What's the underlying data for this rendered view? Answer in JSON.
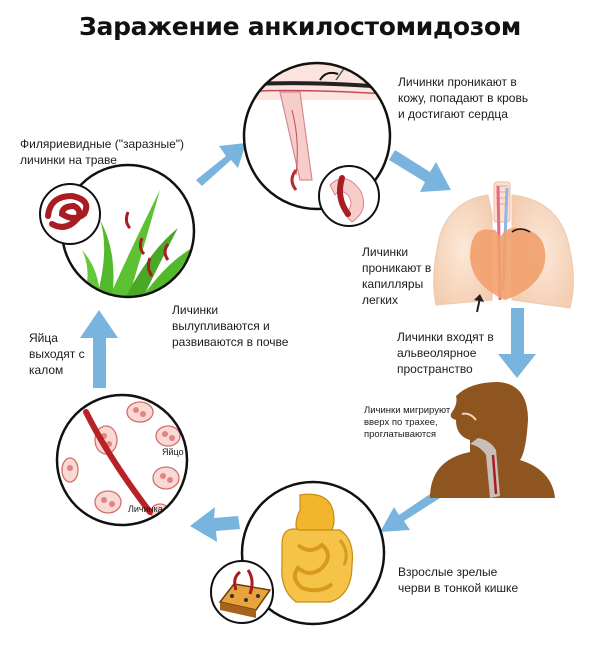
{
  "title": "Заражение анкилостомидозом",
  "stages": {
    "skin": [
      "Личинки проникают в",
      "кожу, попадают в кровь",
      "и достигают сердца"
    ],
    "lungs": [
      "Личинки",
      "проникают в",
      "капилляры",
      "легких"
    ],
    "alveoli": [
      "Личинки входят в",
      "альвеолярное",
      "пространство"
    ],
    "trachea": [
      "Личинки мигрируют",
      "вверх по трахее,",
      "проглатываются"
    ],
    "intestine": [
      "Взрослые зрелые",
      "черви в тонкой кишке"
    ],
    "eggs_out": [
      "Яйца",
      "выходят с",
      "калом"
    ],
    "hatch": [
      "Личинки",
      "вылупливаются и",
      "развиваются в почве"
    ],
    "filariform": [
      "Филяриевидные (\"заразные\")",
      "личинки на траве"
    ]
  },
  "egg_labels": {
    "egg": "Яйцо",
    "larva": "Личинка"
  },
  "colors": {
    "arrow": "#79b4de",
    "worm": "#a81c22",
    "grass": "#52b82c",
    "lung": "#f8ddc8",
    "heart": "#f2a06c",
    "human": "#8e5520",
    "gut": "#f2b52e"
  },
  "icons": [
    "skin-penetration-icon",
    "lungs-heart-icon",
    "human-throat-icon",
    "intestine-icon",
    "eggs-larva-icon",
    "grass-larvae-icon"
  ]
}
